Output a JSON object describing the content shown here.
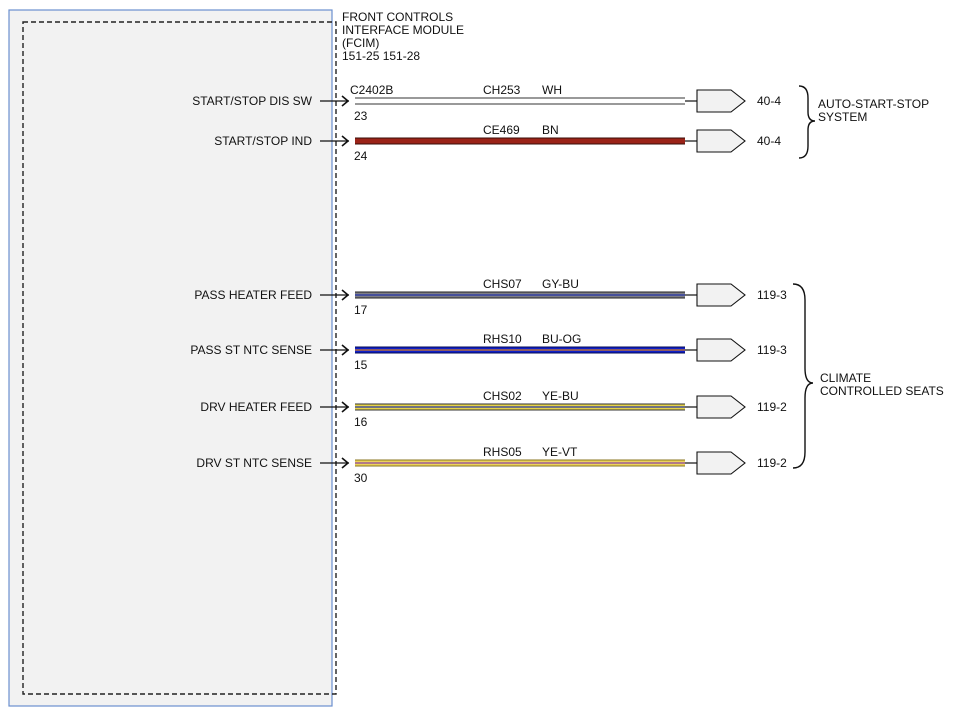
{
  "module": {
    "title_lines": [
      "FRONT CONTROLS",
      "INTERFACE MODULE",
      "(FCIM)",
      "151-25  151-28"
    ],
    "connector": "C2402B"
  },
  "circuits": [
    {
      "label": "START/STOP DIS SW",
      "pin": "23",
      "circuit": "CH253",
      "color_code": "WH",
      "stripes": [
        "#ffffff"
      ],
      "edge": "#333333",
      "ref": "40-4"
    },
    {
      "label": "START/STOP IND",
      "pin": "24",
      "circuit": "CE469",
      "color_code": "BN",
      "stripes": [
        "#9b2318"
      ],
      "edge": "#3a0d08",
      "ref": "40-4"
    },
    {
      "label": "PASS HEATER FEED",
      "pin": "17",
      "circuit": "CHS07",
      "color_code": "GY-BU",
      "stripes": [
        "#7e7e86",
        "#2233aa"
      ],
      "edge": "#222222",
      "ref": "119-3"
    },
    {
      "label": "PASS ST NTC SENSE",
      "pin": "15",
      "circuit": "RHS10",
      "color_code": "BU-OG",
      "stripes": [
        "#1020c8",
        "#e08020"
      ],
      "edge": "#050a55",
      "ref": "119-3"
    },
    {
      "label": "DRV HEATER FEED",
      "pin": "16",
      "circuit": "CHS02",
      "color_code": "YE-BU",
      "stripes": [
        "#e8d44a",
        "#2233aa"
      ],
      "edge": "#333333",
      "ref": "119-2"
    },
    {
      "label": "DRV ST NTC SENSE",
      "pin": "30",
      "circuit": "RHS05",
      "color_code": "YE-VT",
      "stripes": [
        "#ecd35a",
        "#8a3fa8"
      ],
      "edge": "#8a7420",
      "ref": "119-2"
    }
  ],
  "systems": [
    {
      "lines": [
        "AUTO-START-STOP",
        "SYSTEM"
      ]
    },
    {
      "lines": [
        "CLIMATE",
        "CONTROLLED SEATS"
      ]
    }
  ],
  "colors": {
    "module_border": "#6b8fcf",
    "module_fill": "#f2f2f2",
    "dashed": "#222222"
  }
}
